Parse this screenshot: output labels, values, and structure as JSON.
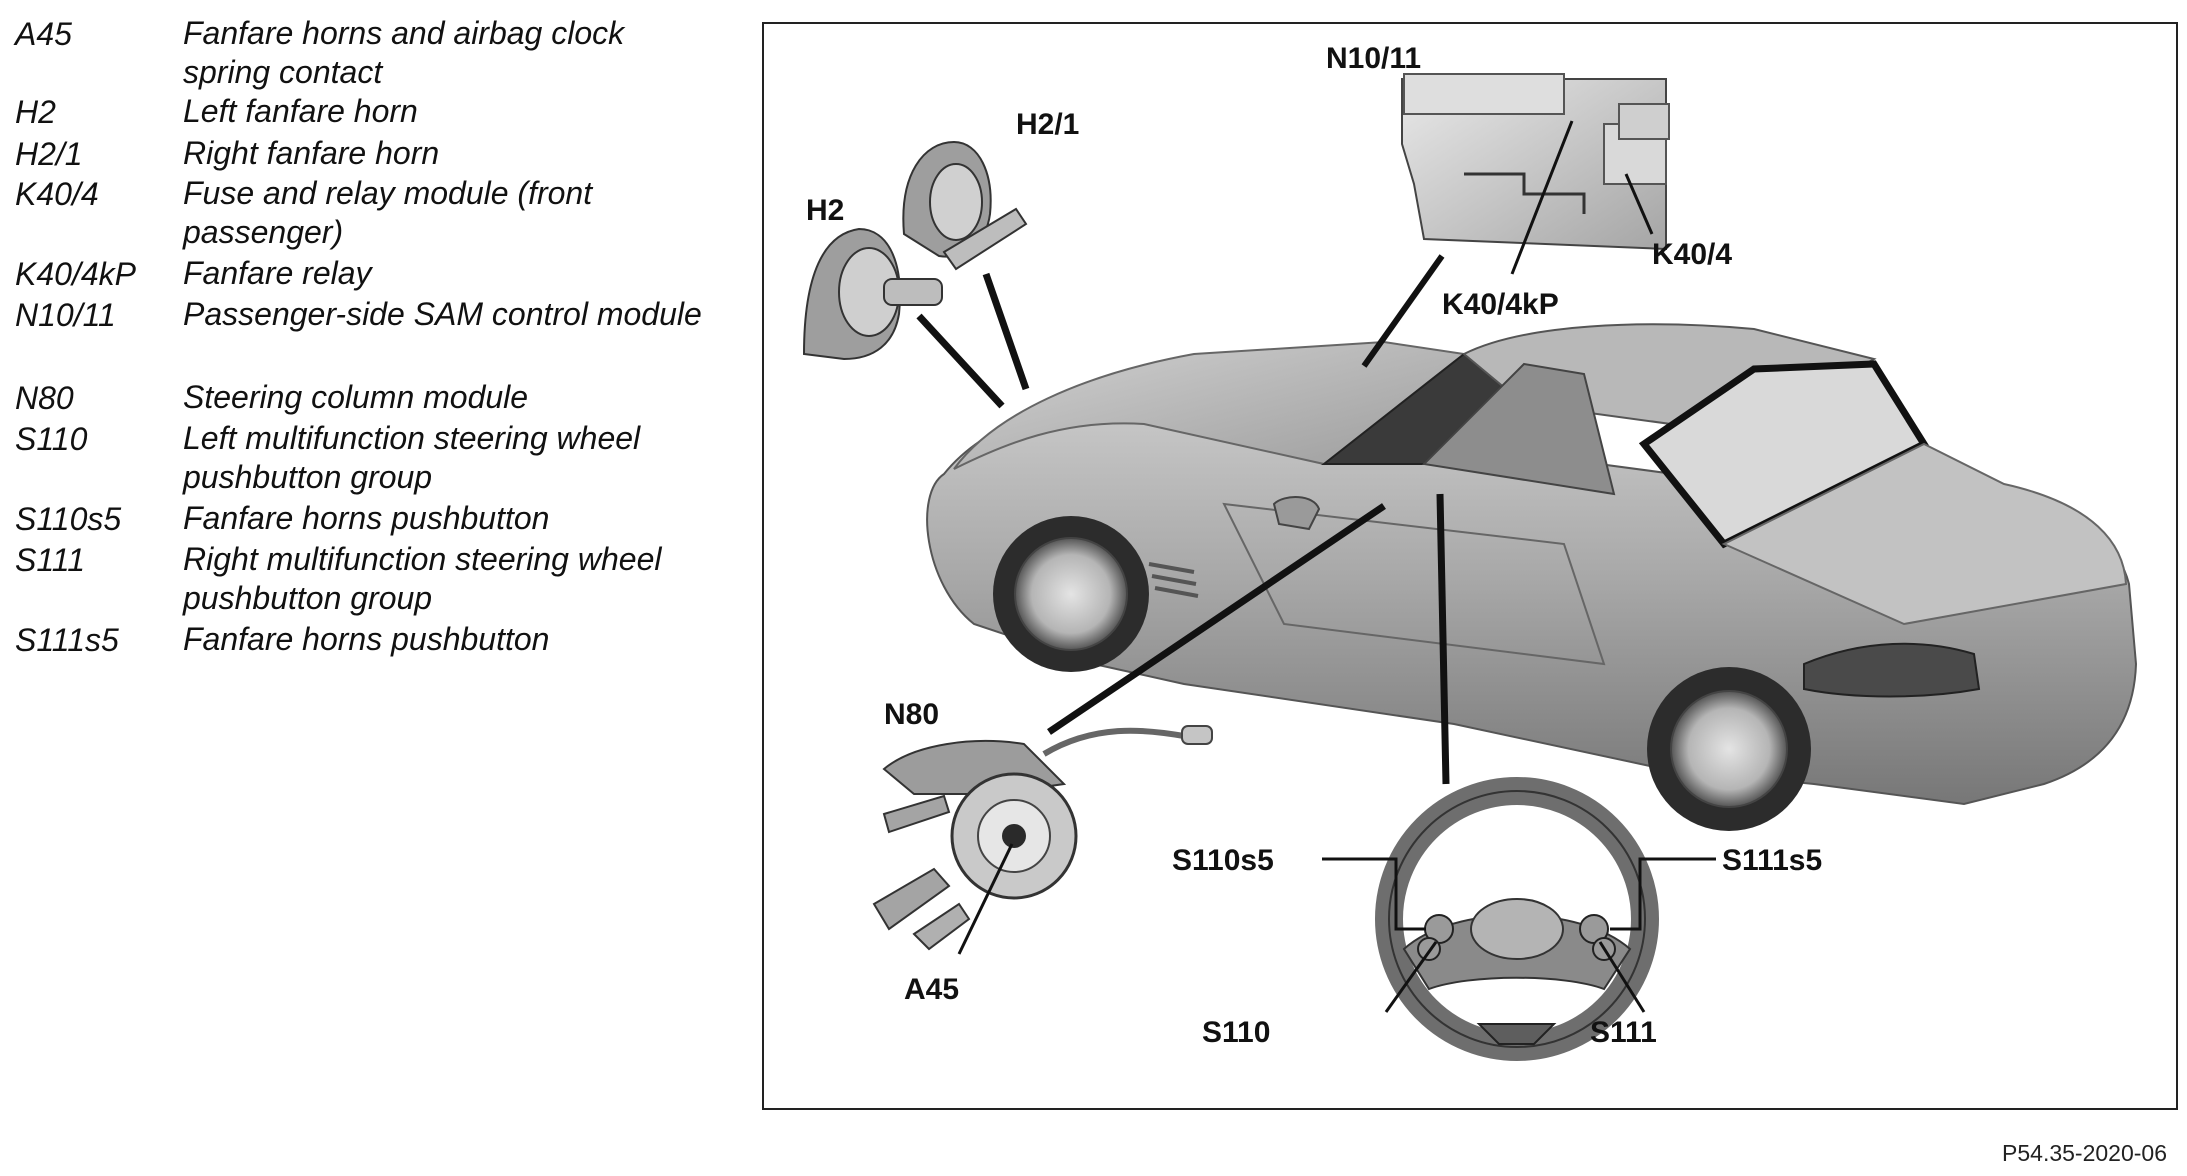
{
  "legend": [
    {
      "code": "A45",
      "desc": "Fanfare horns and airbag clock spring contact"
    },
    {
      "code": "H2",
      "desc": "Left fanfare horn"
    },
    {
      "code": "H2/1",
      "desc": "Right fanfare horn"
    },
    {
      "code": "K40/4",
      "desc": "Fuse and relay module (front passenger)"
    },
    {
      "code": "K40/4kP",
      "desc": "Fanfare relay"
    },
    {
      "code": "N10/11",
      "desc": "Passenger-side SAM control module"
    },
    {
      "code": "N80",
      "desc": "Steering column module"
    },
    {
      "code": "S110",
      "desc": "Left multifunction steering wheel pushbutton group"
    },
    {
      "code": "S110s5",
      "desc": "Fanfare horns pushbutton"
    },
    {
      "code": "S111",
      "desc": "Right multifunction steering wheel pushbutton group"
    },
    {
      "code": "S111s5",
      "desc": "Fanfare horns pushbutton"
    }
  ],
  "callouts": {
    "n10_11": "N10/11",
    "h2_1": "H2/1",
    "h2": "H2",
    "k40_4": "K40/4",
    "k40_4kp": "K40/4kP",
    "n80": "N80",
    "a45": "A45",
    "s110s5": "S110s5",
    "s111s5": "S111s5",
    "s110": "S110",
    "s111": "S111"
  },
  "figure_ref": "P54.35-2020-06",
  "colors": {
    "car_body": "#a9a9a9",
    "car_shadow": "#6f6f6f",
    "glass": "#2a2a2a",
    "line": "#111111"
  }
}
